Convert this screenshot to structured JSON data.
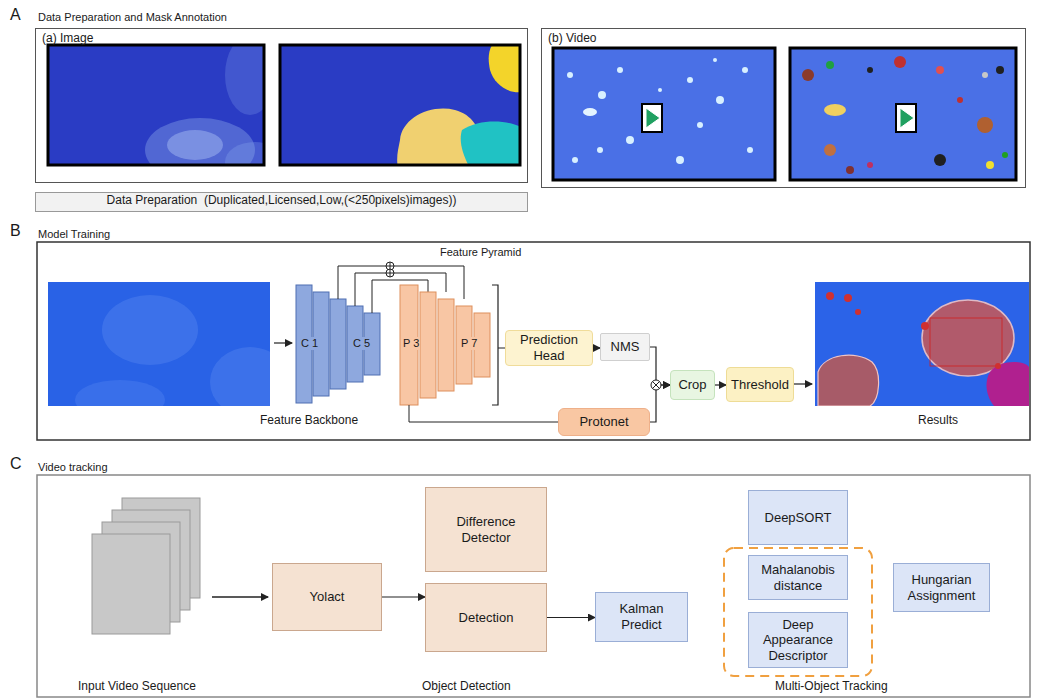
{
  "diagram": {
    "nodes": [
      {
        "text": [
          "(a) Image"
        ]
      },
      {
        "text": [
          "(b) Video"
        ]
      },
      {
        "text": [
          "Data Preparation  (Duplicated,Licensed,Low,(<250pixels)images))"
        ]
      },
      {
        "text": [
          "Prediction Head"
        ]
      },
      {
        "text": [
          "NMS"
        ]
      },
      {
        "text": [
          "Protonet"
        ]
      },
      {
        "text": [
          "Crop"
        ]
      },
      {
        "text": [
          "Threshold"
        ]
      },
      {
        "text": [
          "Yolact"
        ]
      },
      {
        "text": [
          "Difference Detector"
        ]
      },
      {
        "text": [
          "Detection"
        ]
      },
      {
        "text": [
          "Kalman Predict"
        ]
      },
      {
        "text": [
          "DeepSORT"
        ]
      },
      {
        "text": [
          "Mahalanobis distance"
        ]
      },
      {
        "text": [
          "Deep Appearance Descriptor"
        ]
      },
      {
        "text": [
          "Hungarian Assignment"
        ]
      }
    ],
    "edges": [
      {
        "from": 3,
        "to": 4,
        "arrow": "to"
      },
      {
        "from": 4,
        "to": 6,
        "arrow": "to"
      },
      {
        "from": 5,
        "to": 6,
        "arrow": "to"
      },
      {
        "from": 6,
        "to": 7,
        "arrow": "to"
      },
      {
        "from": 8,
        "to": 10,
        "arrow": "to"
      },
      {
        "from": 10,
        "to": 11,
        "arrow": "to"
      }
    ],
    "labels": [
      "A",
      "Data Preparation and Mask Annotation",
      "B",
      "Model Training",
      "Feature Pyramid",
      "C 1",
      "C 5",
      "P 3",
      "P 7",
      "Feature Backbone",
      "Results",
      "C",
      "Video tracking",
      "Input Video Sequence",
      "Object Detection",
      "Multi-Object Tracking"
    ]
  }
}
